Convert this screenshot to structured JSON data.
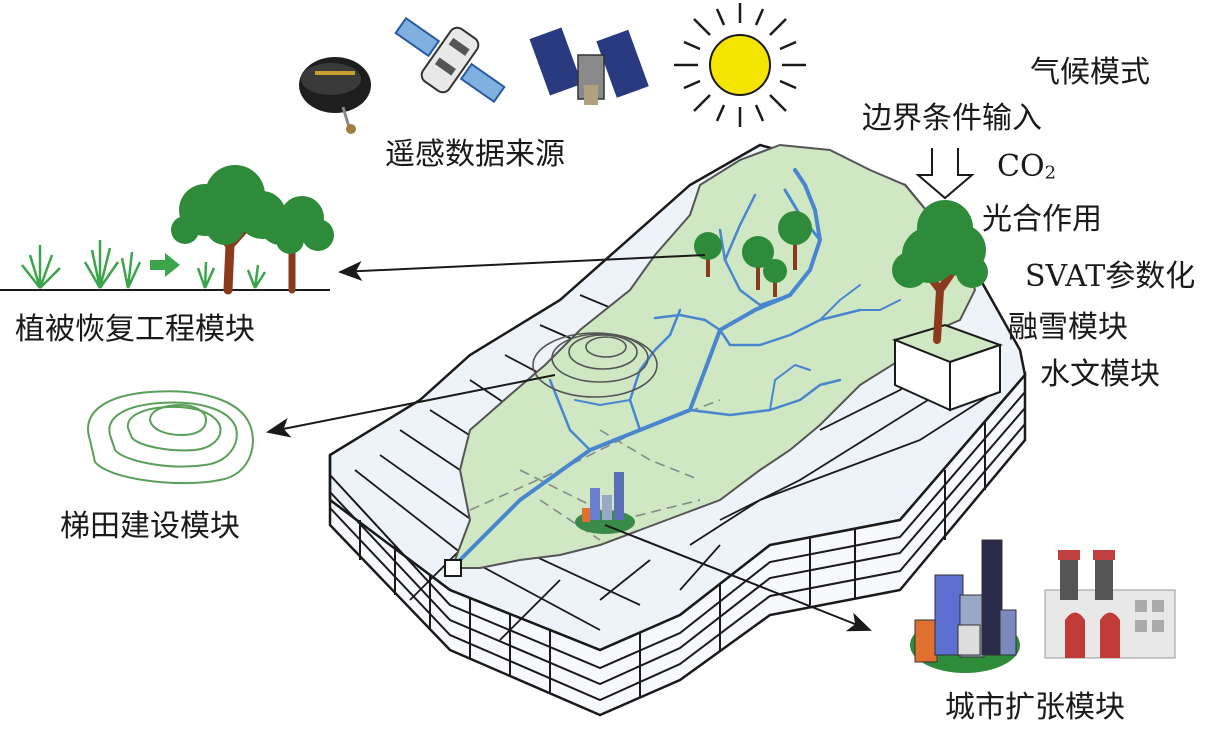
{
  "labels": {
    "remote_sensing": "遥感数据来源",
    "climate_model": "气候模式",
    "boundary_input": "边界条件输入",
    "co2_main": "CO",
    "co2_sub": "2",
    "photosynthesis": "光合作用",
    "svat": "SVAT参数化",
    "snowmelt": "融雪模块",
    "hydrology": "水文模块",
    "vegetation_restoration": "植被恢复工程模块",
    "terrace_construction": "梯田建设模块",
    "urban_expansion": "城市扩张模块"
  },
  "icons": {
    "satellites": [
      "satellite-cylinder-icon",
      "satellite-station-icon",
      "satellite-panel-icon"
    ],
    "sun": "sun-icon",
    "trees": "tree-icon",
    "grass": "grass-icon",
    "terrace": "terrace-contour-icon",
    "city": "city-buildings-icon",
    "factory": "factory-icon",
    "arrow": "green-arrow-icon"
  },
  "colors": {
    "basin_fill": "#cfe8c3",
    "river": "#4a86d0",
    "grid_top": "#eef3fa",
    "tree_green": "#2e8b3a",
    "trunk": "#8b3a1e",
    "sun": "#f5e400",
    "terrace_line": "#5aa05a"
  }
}
